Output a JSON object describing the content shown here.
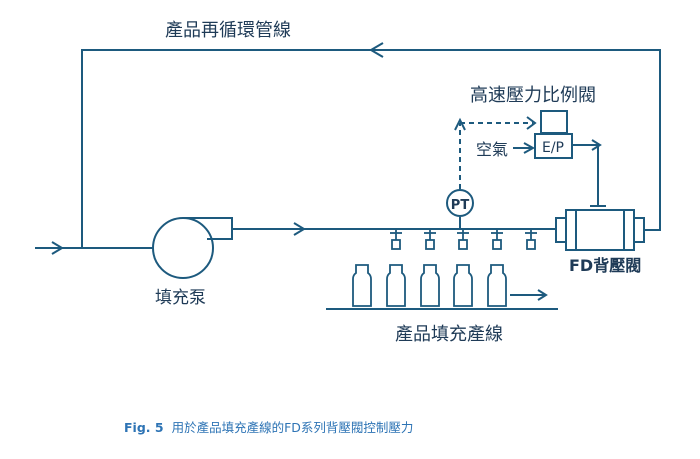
{
  "labels": {
    "recirculation_line": "產品再循環管線",
    "proportional_valve": "高速壓力比例閥",
    "air": "空氣",
    "ep": "E/P",
    "pt": "PT",
    "pump": "填充泵",
    "back_pressure_valve": "FD背壓閥",
    "filling_line": "產品填充產線"
  },
  "caption": {
    "figure": "Fig. 5",
    "text": "用於產品填充產線的FD系列背壓閥控制壓力"
  },
  "colors": {
    "line": "#1d5a7e",
    "text": "#1f3b57",
    "caption": "#2e74b5"
  }
}
